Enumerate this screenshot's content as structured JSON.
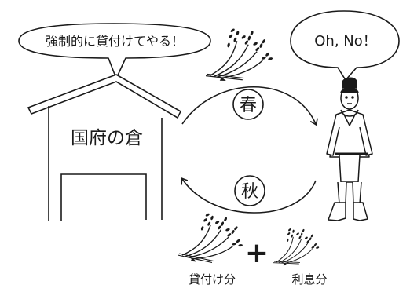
{
  "speech": {
    "house": "強制的に貸付けてやる！",
    "farmer": "Oh, No！"
  },
  "granary": {
    "label": "国府の倉"
  },
  "seasons": {
    "spring": "春",
    "autumn": "秋"
  },
  "repayment": {
    "principal_label": "貸付け分",
    "plus_sign": "+",
    "interest_label": "利息分"
  },
  "colors": {
    "line": "#1a1a1a",
    "background": "#ffffff"
  }
}
